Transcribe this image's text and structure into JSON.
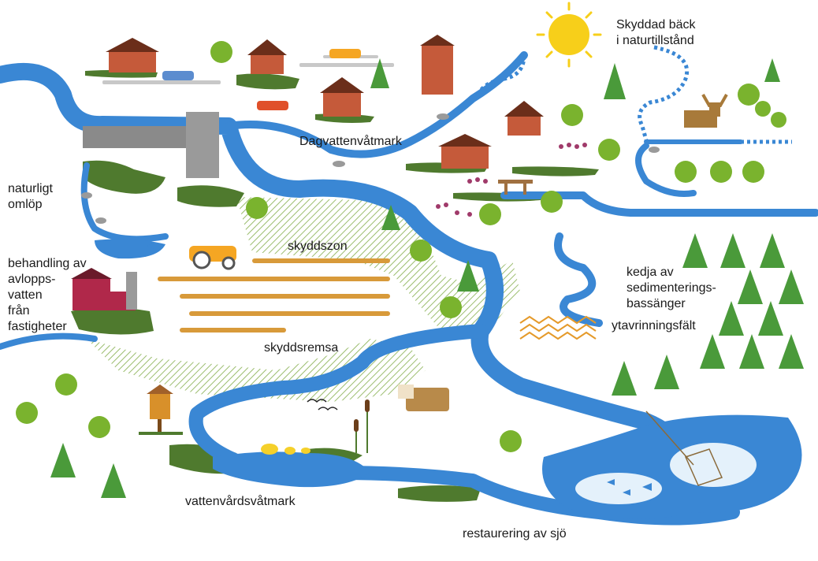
{
  "labels": {
    "stream": "Skyddad bäck\ni naturtillstånd",
    "stormwater": "Dagvattenvåtmark",
    "bypass": "naturligt\nomlöp",
    "sewage": "behandling av\navlopps-\nvatten\nfrån\nfastigheter",
    "buffer_zone": "skyddszon",
    "buffer_strip": "skyddsremsa",
    "sediment": "kedja av\nsedimenterings-\nbassänger",
    "runoff": "ytavrinningsfält",
    "wetland": "vattenvårdsvåtmark",
    "lake": "restaurering av sjö"
  },
  "colors": {
    "water": "#3a87d4",
    "grass": "#4f7a2e",
    "tree": "#7ab32e",
    "pine": "#4a9a3a",
    "house": "#c55a3a",
    "roof": "#6b2e1a",
    "sun": "#f7cf1a",
    "field": "#d89a3a",
    "buffer_hatch": "#9bbd6e"
  }
}
